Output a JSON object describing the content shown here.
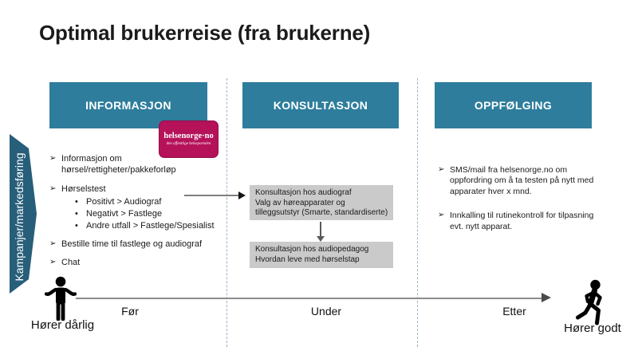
{
  "slide": {
    "title": "Optimal brukerreise (fra brukerne)"
  },
  "glyphs": {
    "arrow_bullet": "➢",
    "sub_bullet": "•"
  },
  "colors": {
    "header_teal": "#2e7d9c",
    "banner_teal": "#275e79",
    "logo_magenta": "#b5125a",
    "gray_box": "#cacaca",
    "dashed_separator": "#9db4c6",
    "timeline_gray": "#8c8c8c"
  },
  "banner": {
    "label": "Kampanjer/markedsføring"
  },
  "logo": {
    "title": "helsenorge·no",
    "tagline": "den offentlige helseportalen"
  },
  "columns": [
    {
      "header": "INFORMASJON",
      "bullets": [
        {
          "text": "Informasjon om hørsel/rettigheter/pakkeforløp"
        },
        {
          "text": "Hørselstest",
          "sub": [
            "Positivt > Audiograf",
            "Negativt > Fastlege",
            "Andre utfall > Fastlege/Spesialist"
          ]
        },
        {
          "text": "Bestille time til fastlege og audiograf"
        },
        {
          "text": "Chat"
        }
      ]
    },
    {
      "header": "KONSULTASJON",
      "boxes": [
        {
          "lines": [
            "Konsultasjon hos audiograf",
            "Valg av høreapparater og",
            "tilleggsutstyr (Smarte, standardiserte)"
          ]
        },
        {
          "lines": [
            "Konsultasjon hos audiopedagog",
            "Hvordan leve med hørselstap"
          ]
        }
      ]
    },
    {
      "header": "OPPFØLGING",
      "bullets": [
        {
          "text": "SMS/mail fra helsenorge.no om oppfordring om å ta testen på nytt med apparater hver x mnd."
        },
        {
          "text": "Innkalling til rutinekontroll for tilpasning evt. nytt apparat."
        }
      ]
    }
  ],
  "timeline": {
    "phases": [
      "Før",
      "Under",
      "Etter"
    ],
    "start_label": "Hører dårlig",
    "end_label": "Hører godt"
  }
}
